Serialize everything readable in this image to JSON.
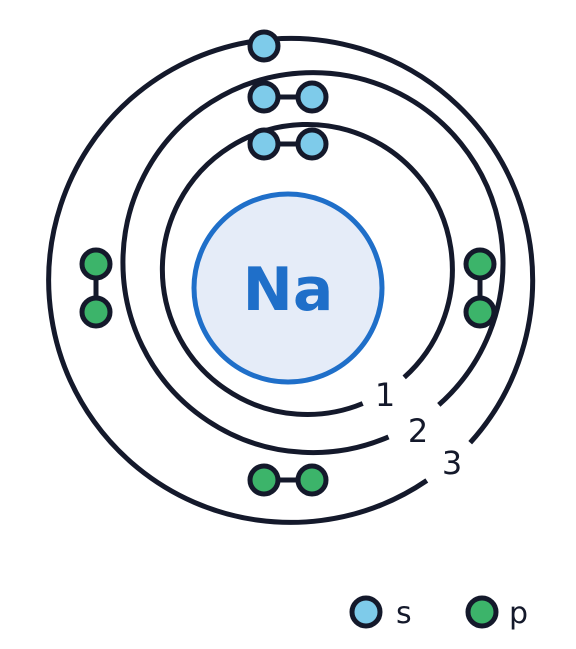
{
  "diagram": {
    "nucleus": {
      "symbol": "Na",
      "fill_color": "#e5ecf8",
      "stroke_color": "#1f6fc9",
      "text_color": "#1f6fc9"
    },
    "shells": [
      {
        "number": 1,
        "label": "1",
        "electrons": 2
      },
      {
        "number": 2,
        "label": "2",
        "electrons": 8
      },
      {
        "number": 3,
        "label": "3",
        "electrons": 1
      }
    ],
    "legend": [
      {
        "orbital": "s",
        "label": "s",
        "color": "#7ecbea"
      },
      {
        "orbital": "p",
        "label": "p",
        "color": "#3cb46a"
      }
    ],
    "colors": {
      "line": "#14192b",
      "background": "#ffffff"
    }
  }
}
